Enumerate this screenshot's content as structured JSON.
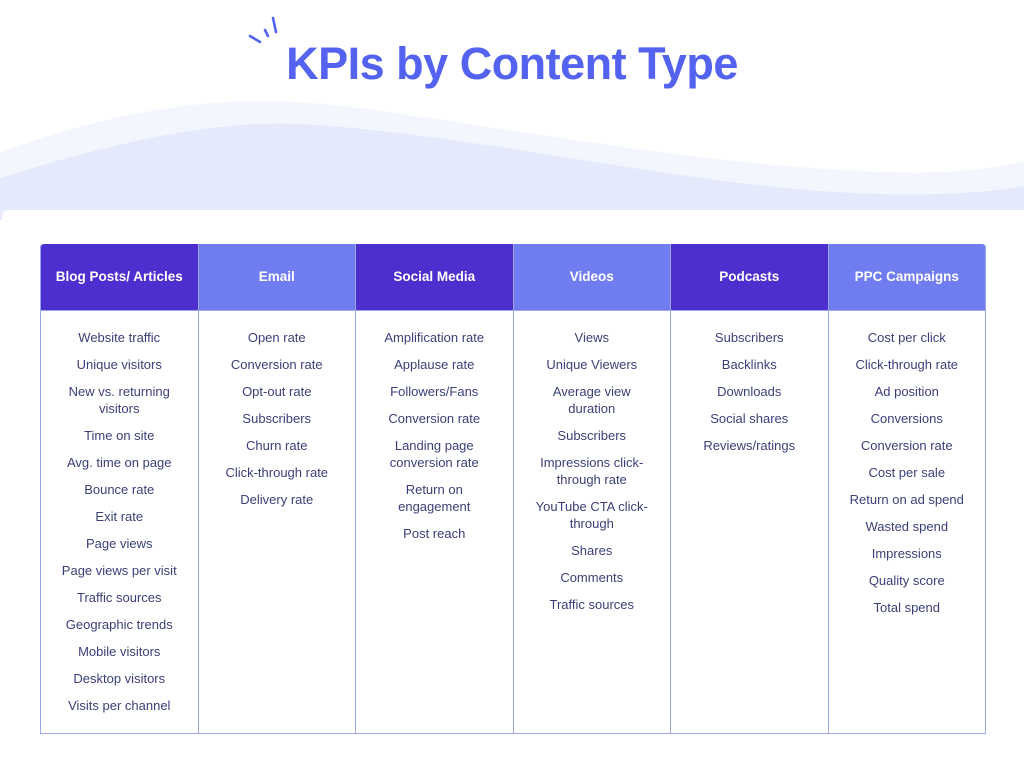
{
  "page": {
    "title": "KPIs by Content Type",
    "colors": {
      "title": "#5462f0",
      "header_dark": "#4d2fcf",
      "header_light": "#707df0",
      "border": "#9aa6e6",
      "item_text": "#3b3f78",
      "wave_light": "#f3f6fd",
      "wave_mid": "#e4eafb"
    }
  },
  "columns": [
    {
      "header": "Blog Posts/ Articles",
      "style": "dark",
      "items": [
        "Website traffic",
        "Unique visitors",
        "New vs. returning visitors",
        "Time on site",
        "Avg. time on page",
        "Bounce rate",
        "Exit rate",
        "Page views",
        "Page views per visit",
        "Traffic sources",
        "Geographic trends",
        "Mobile visitors",
        "Desktop visitors",
        "Visits per channel"
      ]
    },
    {
      "header": "Email",
      "style": "light",
      "items": [
        "Open rate",
        "Conversion rate",
        "Opt-out rate",
        "Subscribers",
        "Churn rate",
        "Click-through rate",
        "Delivery rate"
      ]
    },
    {
      "header": "Social Media",
      "style": "dark",
      "items": [
        "Amplification rate",
        "Applause rate",
        "Followers/Fans",
        "Conversion rate",
        "Landing page conversion rate",
        "Return on engagement",
        "Post reach"
      ]
    },
    {
      "header": "Videos",
      "style": "light",
      "items": [
        "Views",
        "Unique Viewers",
        "Average view duration",
        "Subscribers",
        "Impressions click-through rate",
        "YouTube CTA click-through",
        "Shares",
        "Comments",
        "Traffic sources"
      ]
    },
    {
      "header": "Podcasts",
      "style": "dark",
      "items": [
        "Subscribers",
        "Backlinks",
        "Downloads",
        "Social shares",
        "Reviews/ratings"
      ]
    },
    {
      "header": "PPC Campaigns",
      "style": "light",
      "items": [
        "Cost per click",
        "Click-through rate",
        "Ad position",
        "Conversions",
        "Conversion rate",
        "Cost per sale",
        "Return on ad spend",
        "Wasted spend",
        "Impressions",
        "Quality score",
        "Total spend"
      ]
    }
  ]
}
